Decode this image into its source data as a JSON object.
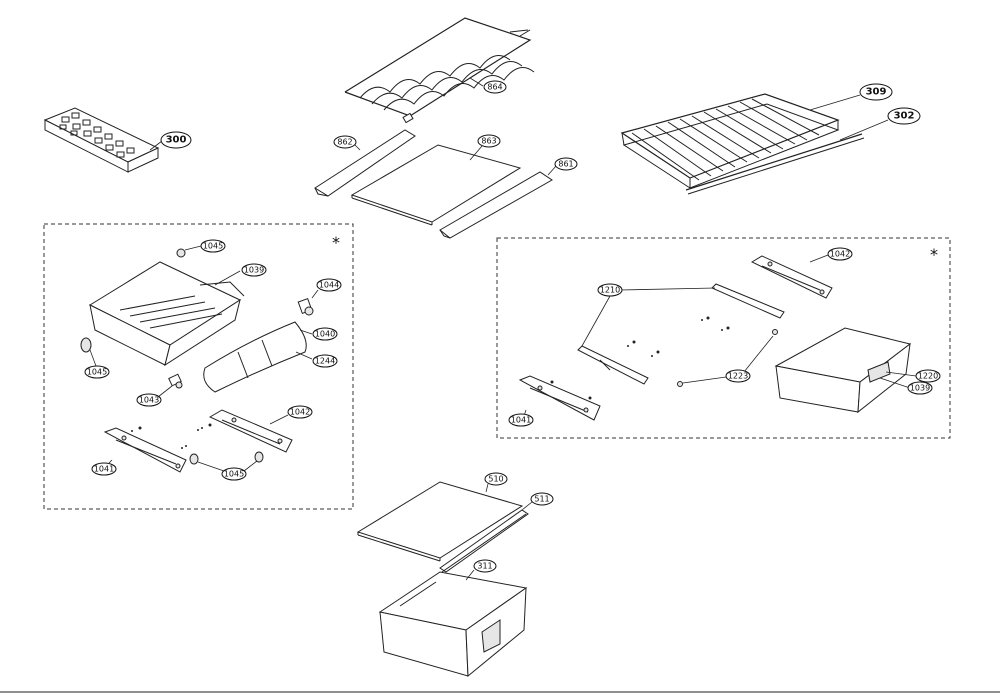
{
  "labels": {
    "p300": "300",
    "p864": "864",
    "p862": "862",
    "p863": "863",
    "p861": "861",
    "p309": "309",
    "p302": "302",
    "p1045a": "1045",
    "p1039": "1039",
    "p1044": "1044",
    "p1040": "1040",
    "p1244": "1244",
    "p1045b": "1045",
    "p1043": "1043",
    "p1042a": "1042",
    "p1041a": "1041",
    "p1045c": "1045",
    "p1042b": "1042",
    "p1210": "1210",
    "p1223": "1223",
    "p1220": "1220",
    "p1039b": "1039",
    "p1041b": "1041",
    "p510": "510",
    "p511": "511",
    "p311": "311"
  },
  "markers": {
    "star_left": "*",
    "star_right": "*"
  }
}
